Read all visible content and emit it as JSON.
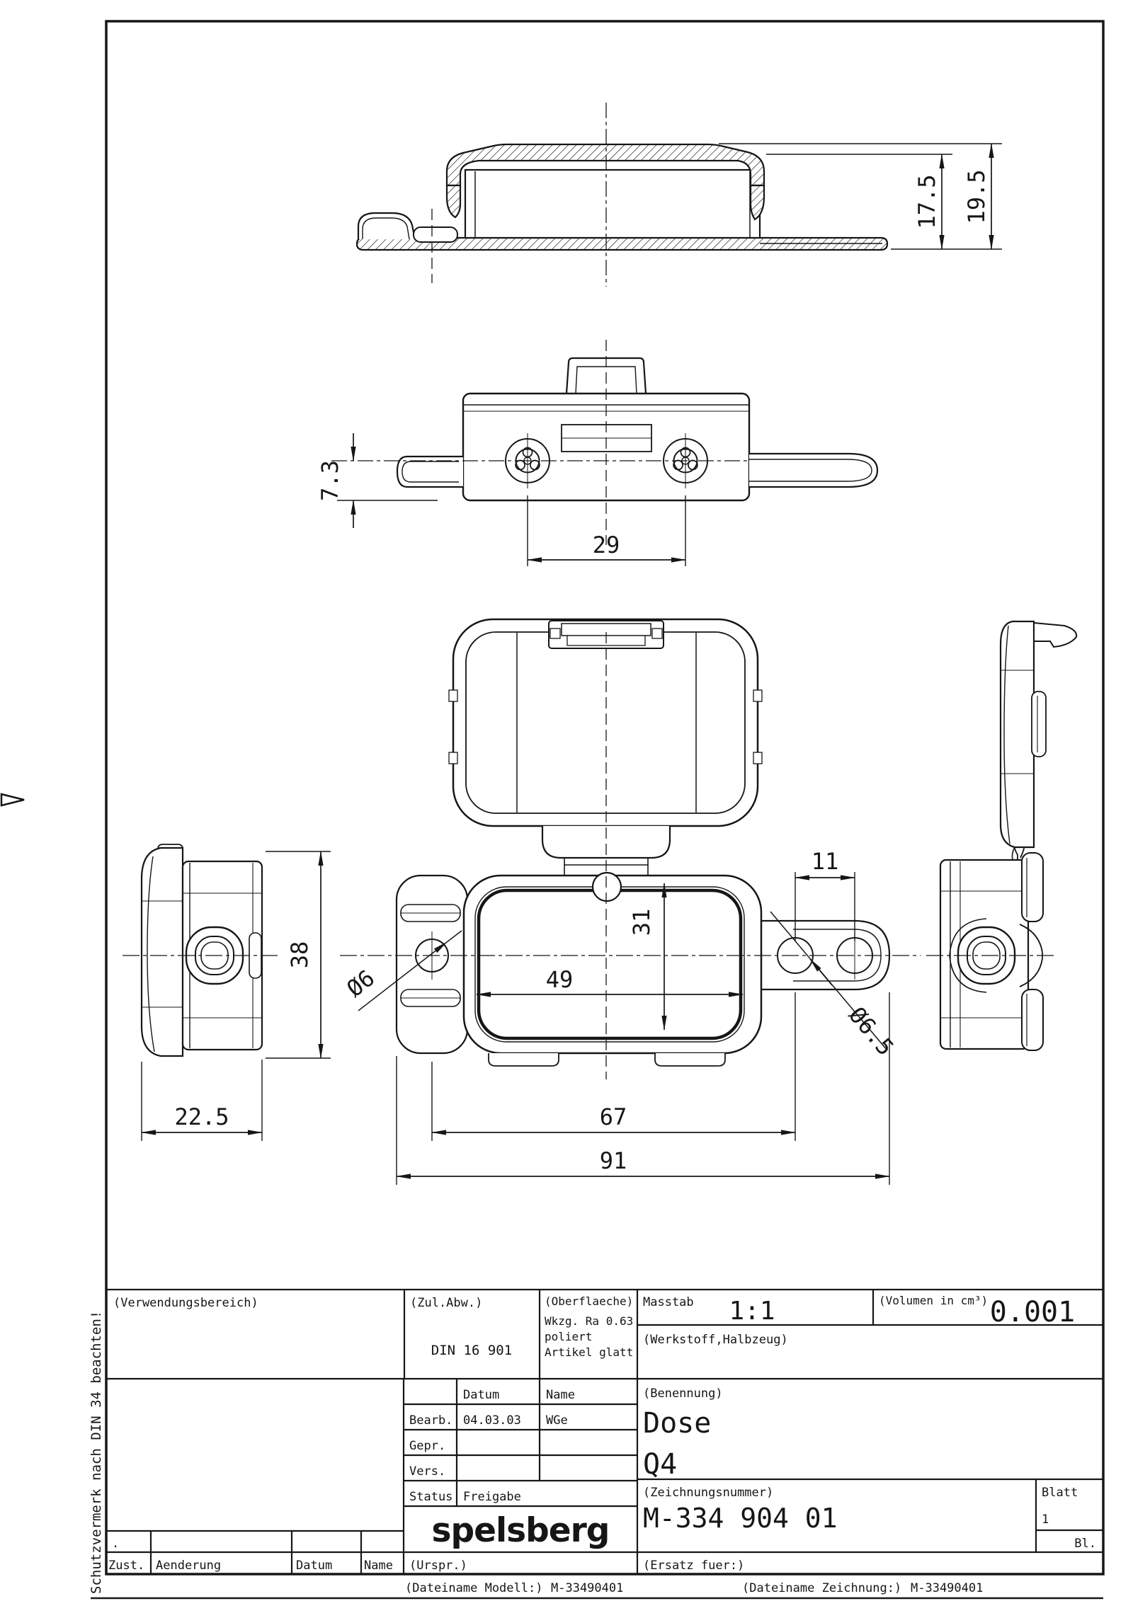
{
  "margin": {
    "protection_note": "Schutzvermerk nach DIN 34 beachten!",
    "file_model_label": "(Dateiname Modell:)",
    "file_model_value": "M-33490401",
    "file_drawing_label": "(Dateiname Zeichnung:)",
    "file_drawing_value": "M-33490401"
  },
  "title_block": {
    "verwendungsbereich_label": "(Verwendungsbereich)",
    "zul_abw_label": "(Zul.Abw.)",
    "zul_abw_value": "DIN 16 901",
    "oberflaeche_label": "(Oberflaeche)",
    "oberflaeche_1": "Wkzg. Ra 0.63",
    "oberflaeche_2": "poliert",
    "oberflaeche_3": "Artikel glatt",
    "masstab_label": "Masstab",
    "masstab_value": "1:1",
    "volumen_label": "(Volumen in cm³)",
    "volumen_value": "0.001",
    "werkstoff_label": "(Werkstoff,Halbzeug)",
    "col_datum": "Datum",
    "col_name": "Name",
    "bearb_label": "Bearb.",
    "bearb_datum": "04.03.03",
    "bearb_name": "WGe",
    "gepr_label": "Gepr.",
    "vers_label": "Vers.",
    "status_label": "Status",
    "status_value": "Freigabe",
    "benennung_label": "(Benennung)",
    "benennung_value_1": "Dose",
    "benennung_value_2": "Q4",
    "logo": "spelsberg",
    "zeichnungsnummer_label": "(Zeichnungsnummer)",
    "zeichnungsnummer_value": "M-334 904 01",
    "blatt_label": "Blatt",
    "blatt_value": "1",
    "bl_label": "Bl.",
    "rev_dot": ".",
    "zust_label": "Zust.",
    "aenderung_label": "Aenderung",
    "datum_label": "Datum",
    "name_label": "Name",
    "urspr_label": "(Urspr.)",
    "ersatz_label": "(Ersatz fuer:)"
  },
  "dimensions": {
    "height_inner": "17.5",
    "height_total": "19.5",
    "boss_offset": "7.3",
    "screw_spacing": "29",
    "body_height": "38",
    "side_depth": "22.5",
    "inner_width": "49",
    "inner_height": "31",
    "flange_hole_spacing": "11",
    "hole_distance": "67",
    "overall_width": "91",
    "hole_left_dia": "Ø6",
    "hole_right_dia": "Ø6.5"
  }
}
